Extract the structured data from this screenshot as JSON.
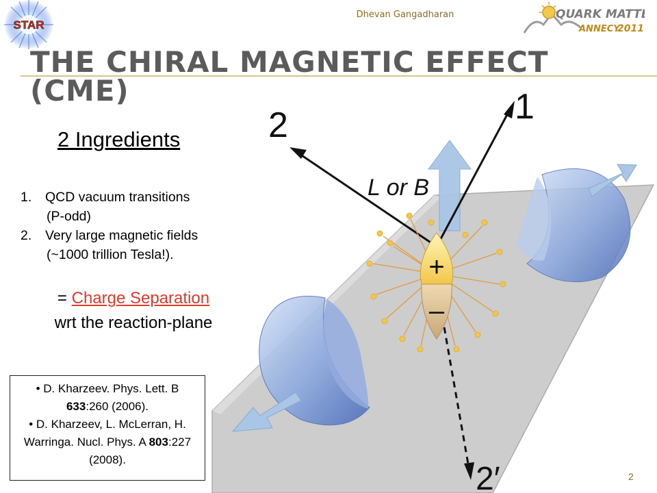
{
  "header": {
    "author": "Dhevan Gangadharan",
    "left_logo_text": "STAR",
    "right_logo_line1": "QUARK MATTER",
    "right_logo_line2": "ANNECY",
    "right_logo_year": "2011"
  },
  "title": "THE CHIRAL MAGNETIC EFFECT (CME)",
  "ingredients": {
    "heading": "2 Ingredients",
    "items": [
      {
        "number": "1.",
        "text": "QCD vacuum transitions",
        "continuation": "(P-odd)"
      },
      {
        "number": "2.",
        "text": "Very large magnetic fields",
        "continuation": "(~1000 trillion Tesla!)."
      }
    ],
    "result_prefix": "= ",
    "result_highlight": "Charge Separation",
    "result_line2": "wrt the reaction-plane"
  },
  "references": [
    {
      "bullet": "•",
      "text1": "D. Kharzeev. Phys. Lett. B",
      "volume": "633",
      "text2": ":260 (2006)."
    },
    {
      "bullet": "•",
      "text1": "D. Kharzeev, L. McLerran, H. Warringa. Nucl. Phys. A",
      "volume": "803",
      "text2": ":227 (2008)."
    }
  ],
  "diagram": {
    "label_1": "1",
    "label_2": "2",
    "label_2prime": "2′",
    "label_LB": "L or B",
    "plus": "+",
    "minus": "–"
  },
  "page_number": "2",
  "colors": {
    "gold": "#8a6d1f",
    "title_gray": "#5b5b5b",
    "highlight_red": "#e3372b",
    "nucleus_blue": "#7f9ed6",
    "arrow_blue": "#a9c6e6",
    "plane_gray": "#c9c9c9"
  }
}
